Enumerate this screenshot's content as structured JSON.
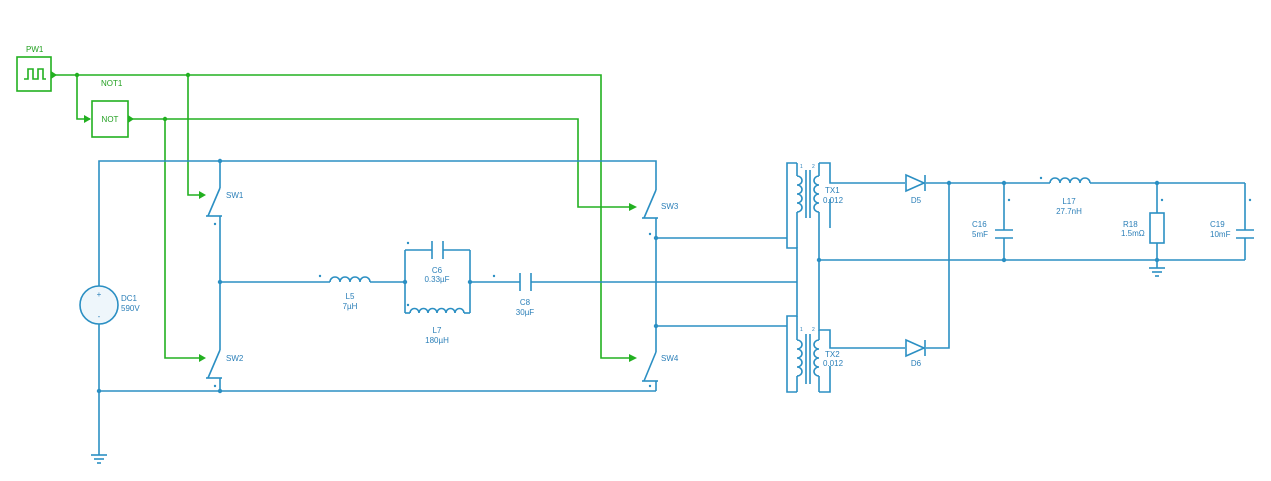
{
  "colors": {
    "wire": "#2b8fc3",
    "control": "#22b020",
    "background": "#ffffff"
  },
  "components": {
    "pw1": {
      "name": "PW1"
    },
    "not1": {
      "name": "NOT1",
      "text": "NOT"
    },
    "dc1": {
      "name": "DC1",
      "value": "590V",
      "plus": "+",
      "minus": "-"
    },
    "sw1": {
      "name": "SW1"
    },
    "sw2": {
      "name": "SW2"
    },
    "sw3": {
      "name": "SW3"
    },
    "sw4": {
      "name": "SW4"
    },
    "l5": {
      "name": "L5",
      "value": "7µH"
    },
    "c6": {
      "name": "C6",
      "value": "0.33µF"
    },
    "l7": {
      "name": "L7",
      "value": "180µH"
    },
    "c8": {
      "name": "C8",
      "value": "30µF"
    },
    "tx1": {
      "name": "TX1",
      "value": "0.012",
      "pin1": "1",
      "pin2": "2"
    },
    "tx2": {
      "name": "TX2",
      "value": "0.012",
      "pin1": "1",
      "pin2": "2"
    },
    "d5": {
      "name": "D5"
    },
    "d6": {
      "name": "D6"
    },
    "c16": {
      "name": "C16",
      "value": "5mF"
    },
    "l17": {
      "name": "L17",
      "value": "27.7nH"
    },
    "r18": {
      "name": "R18",
      "value": "1.5mΩ"
    },
    "c19": {
      "name": "C19",
      "value": "10mF"
    }
  }
}
